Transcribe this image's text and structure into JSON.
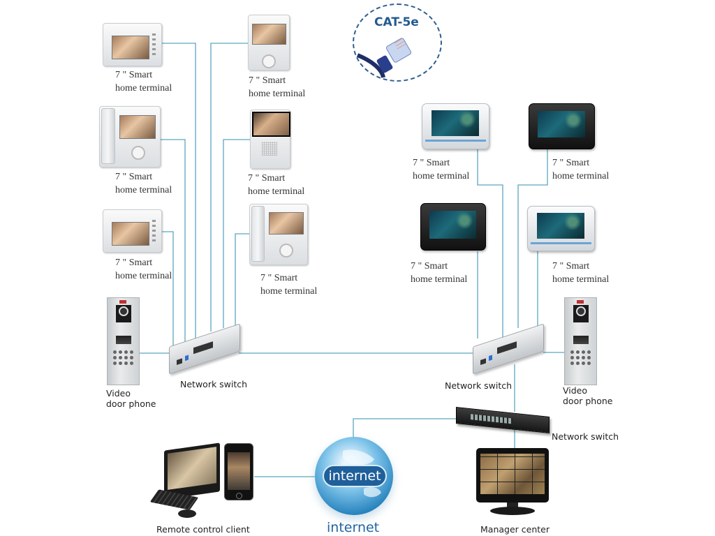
{
  "diagram": {
    "cable_badge": {
      "title": "CAT-5e",
      "icon": "ethernet-cable-icon"
    },
    "left_group": {
      "terminals": [
        {
          "label_line1": "7 \" Smart",
          "label_line2": "home terminal",
          "style": "white-landscape"
        },
        {
          "label_line1": "7 \" Smart",
          "label_line2": "home terminal",
          "style": "white-handset"
        },
        {
          "label_line1": "7 \" Smart",
          "label_line2": "home terminal",
          "style": "white-landscape"
        },
        {
          "label_line1": "7 \" Smart",
          "label_line2": "home terminal",
          "style": "white-portrait"
        },
        {
          "label_line1": "7 \" Smart",
          "label_line2": "home terminal",
          "style": "white-speaker"
        },
        {
          "label_line1": "7 \" Smart",
          "label_line2": "home terminal",
          "style": "white-handset"
        }
      ],
      "door_phone": {
        "label_line1": "Video",
        "label_line2": "door phone"
      },
      "switch": {
        "label": "Network switch"
      }
    },
    "right_group": {
      "terminals": [
        {
          "label_line1": "7 \" Smart",
          "label_line2": "home terminal",
          "style": "silver-tablet"
        },
        {
          "label_line1": "7 \" Smart",
          "label_line2": "home terminal",
          "style": "black-tablet"
        },
        {
          "label_line1": "7 \" Smart",
          "label_line2": "home terminal",
          "style": "black-tablet"
        },
        {
          "label_line1": "7 \" Smart",
          "label_line2": "home terminal",
          "style": "silver-tablet"
        }
      ],
      "door_phone": {
        "label_line1": "Video",
        "label_line2": "door phone"
      },
      "switch": {
        "label": "Network switch"
      }
    },
    "core_switch": {
      "label": "Network switch"
    },
    "internet": {
      "bubble_text": "internet",
      "caption": "internet"
    },
    "remote_client": {
      "label": "Remote control client"
    },
    "manager_center": {
      "label": "Manager center"
    },
    "colors": {
      "wire": "#5aa6bf",
      "badge_text": "#245a8f",
      "globe_text": "#2064a3"
    }
  }
}
